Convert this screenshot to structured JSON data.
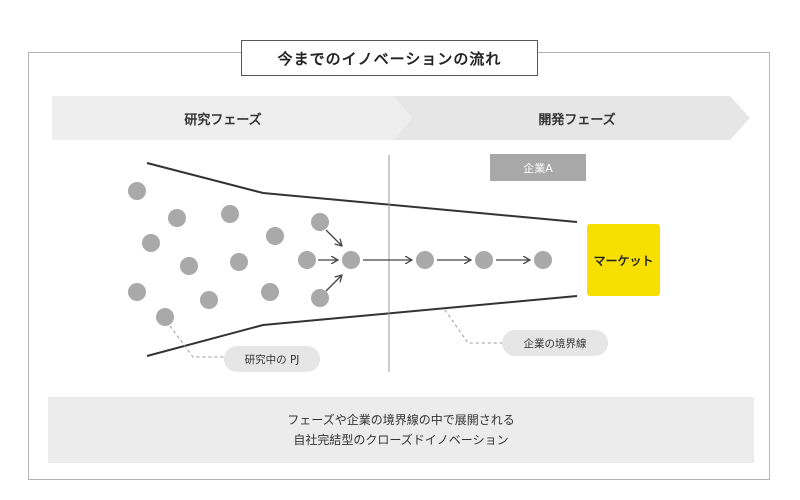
{
  "title": "今までのイノベーションの流れ",
  "phases": {
    "research": "研究フェーズ",
    "development": "開発フェーズ"
  },
  "company_badge": "企業A",
  "market": "マーケット",
  "callouts": {
    "projects": "研究中の PJ",
    "boundary": "企業の境界線"
  },
  "summary": {
    "line1": "フェーズや企業の境界線の中で展開される",
    "line2": "自社完結型のクローズドイノベーション"
  },
  "colors": {
    "phase_band": "#eeeeee",
    "dot": "#a9a9a9",
    "market": "#f7e000",
    "badge": "#a8a8a8"
  },
  "icons": [
    "arrow-right-icon",
    "arrow-diagonal-icon"
  ]
}
